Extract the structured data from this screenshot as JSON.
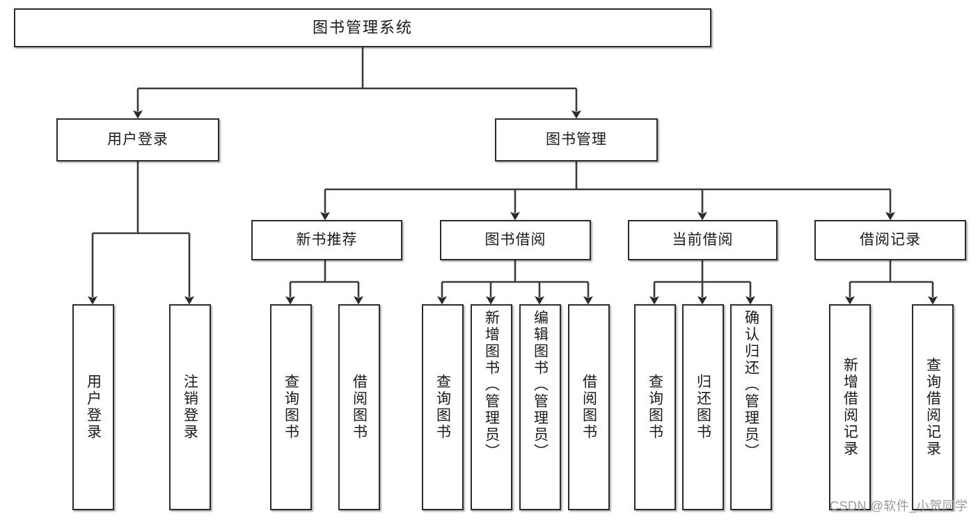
{
  "diagram": {
    "type": "tree-hierarchy-chart",
    "title_node": {
      "label": "图书管理系统"
    },
    "level2": [
      {
        "id": "user-login",
        "label": "用户登录"
      },
      {
        "id": "book-management",
        "label": "图书管理"
      }
    ],
    "level3": [
      {
        "id": "new-book-recommend",
        "label": "新书推荐"
      },
      {
        "id": "book-borrow",
        "label": "图书借阅"
      },
      {
        "id": "current-borrow",
        "label": "当前借阅"
      },
      {
        "id": "borrow-record",
        "label": "借阅记录"
      }
    ],
    "leaves": [
      {
        "id": "leaf-user-login",
        "label": "用户登录",
        "parent": "user-login"
      },
      {
        "id": "leaf-logout-login",
        "label": "注销登录",
        "parent": "user-login"
      },
      {
        "id": "leaf-query-book-1",
        "label": "查询图书",
        "parent": "new-book-recommend"
      },
      {
        "id": "leaf-borrow-book-1",
        "label": "借阅图书",
        "parent": "new-book-recommend"
      },
      {
        "id": "leaf-query-book-2",
        "label": "查询图书",
        "parent": "book-borrow"
      },
      {
        "id": "leaf-add-book",
        "label": "新增图书（管理员）",
        "parent": "book-borrow"
      },
      {
        "id": "leaf-edit-book",
        "label": "编辑图书（管理员）",
        "parent": "book-borrow"
      },
      {
        "id": "leaf-borrow-book-2",
        "label": "借阅图书",
        "parent": "book-borrow"
      },
      {
        "id": "leaf-query-book-3",
        "label": "查询图书",
        "parent": "current-borrow"
      },
      {
        "id": "leaf-return-book",
        "label": "归还图书",
        "parent": "current-borrow"
      },
      {
        "id": "leaf-confirm-return",
        "label": "确认归还（管理员）",
        "parent": "current-borrow"
      },
      {
        "id": "leaf-add-record",
        "label": "新增借阅记录",
        "parent": "borrow-record"
      },
      {
        "id": "leaf-query-record",
        "label": "查询借阅记录",
        "parent": "borrow-record"
      }
    ],
    "watermark": "CSDN @软件_小贺同学",
    "colors": {
      "node_border": "#2b2b2b",
      "node_fill": "#ffffff",
      "edge": "#3a3a3a",
      "text": "#1a1a1a",
      "watermark": "#9a9a9a",
      "background": "#ffffff"
    }
  }
}
